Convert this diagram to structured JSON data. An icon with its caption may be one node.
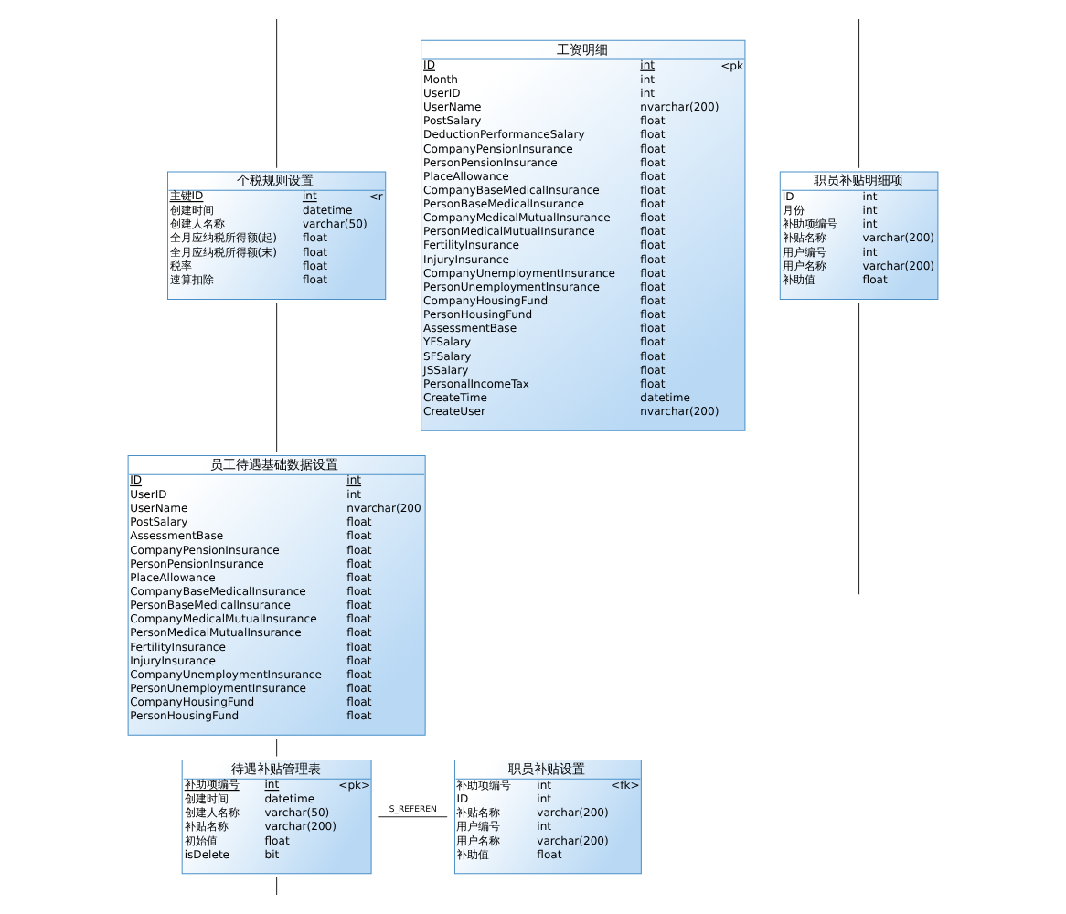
{
  "diagram": {
    "nodes": [
      {
        "text": [
          "个税规则设置",
          "主键ID",
          "int",
          "<r",
          "创建时间",
          "datetime",
          "创建人名称",
          "varchar(50)",
          "全月应纳税所得额(起)",
          "float",
          "全月应纳税所得额(末)",
          "float",
          "税率",
          "float",
          "速算扣除",
          "float"
        ]
      },
      {
        "text": [
          "工资明细",
          "ID",
          "int",
          "<pk",
          "Month",
          "int",
          "UserID",
          "int",
          "UserName",
          "nvarchar(200)",
          "PostSalary",
          "float",
          "DeductionPerformanceSalary",
          "float",
          "CompanyPensionInsurance",
          "float",
          "PersonPensionInsurance",
          "float",
          "PlaceAllowance",
          "float",
          "CompanyBaseMedicalInsurance",
          "float",
          "PersonBaseMedicalInsurance",
          "float",
          "CompanyMedicalMutualInsurance",
          "float",
          "PersonMedicalMutualInsurance",
          "float",
          "FertilityInsurance",
          "float",
          "InjuryInsurance",
          "float",
          "CompanyUnemploymentInsurance",
          "float",
          "PersonUnemploymentInsurance",
          "float",
          "CompanyHousingFund",
          "float",
          "PersonHousingFund",
          "float",
          "AssessmentBase",
          "float",
          "YFSalary",
          "float",
          "SFSalary",
          "float",
          "JSSalary",
          "float",
          "PersonalIncomeTax",
          "float",
          "CreateTime",
          "datetime",
          "CreateUser",
          "nvarchar(200)"
        ]
      },
      {
        "text": [
          "员工待遇基础数据设置",
          "ID",
          "int",
          "UserID",
          "int",
          "UserName",
          "nvarchar(200",
          "PostSalary",
          "float",
          "AssessmentBase",
          "float",
          "CompanyPensionInsurance",
          "float",
          "PersonPensionInsurance",
          "float",
          "PlaceAllowance",
          "float",
          "CompanyBaseMedicalInsurance",
          "float",
          "PersonBaseMedicalInsurance",
          "float",
          "CompanyMedicalMutualInsurance",
          "float",
          "PersonMedicalMutualInsurance",
          "float",
          "FertilityInsurance",
          "float",
          "InjuryInsurance",
          "float",
          "CompanyUnemploymentInsurance",
          "float",
          "PersonUnemploymentInsurance",
          "float",
          "CompanyHousingFund",
          "float",
          "PersonHousingFund",
          "float"
        ]
      },
      {
        "text": [
          "待遇补贴管理表",
          "补助项编号",
          "int",
          "<pk>",
          "创建时间",
          "datetime",
          "创建人名称",
          "varchar(50)",
          "补贴名称",
          "varchar(200)",
          "初始值",
          "float",
          "isDelete",
          "bit"
        ]
      },
      {
        "text": [
          "职员补贴设置",
          "补助项编号",
          "int",
          "<fk>",
          "ID",
          "int",
          "补贴名称",
          "varchar(200)",
          "用户编号",
          "int",
          "用户名称",
          "varchar(200)",
          "补助值",
          "float"
        ]
      },
      {
        "text": [
          "职员补贴明细项",
          "ID",
          "int",
          "月份",
          "int",
          "补助项编号",
          "int",
          "补贴名称",
          "varchar(200)",
          "用户编号",
          "int",
          "用户名称",
          "varchar(200)",
          "补助值",
          "float"
        ]
      }
    ],
    "edges": [
      {
        "from": null,
        "to": 0,
        "arrow": "none"
      },
      {
        "from": 0,
        "to": 2,
        "arrow": "none"
      },
      {
        "from": 2,
        "to": 3,
        "arrow": "none"
      },
      {
        "from": 3,
        "to": null,
        "arrow": "none"
      },
      {
        "from": 3,
        "to": 4,
        "arrow": "none",
        "label": "S_REFEREN"
      },
      {
        "from": null,
        "to": 5,
        "arrow": "none"
      },
      {
        "from": 5,
        "to": null,
        "arrow": "none"
      }
    ]
  }
}
